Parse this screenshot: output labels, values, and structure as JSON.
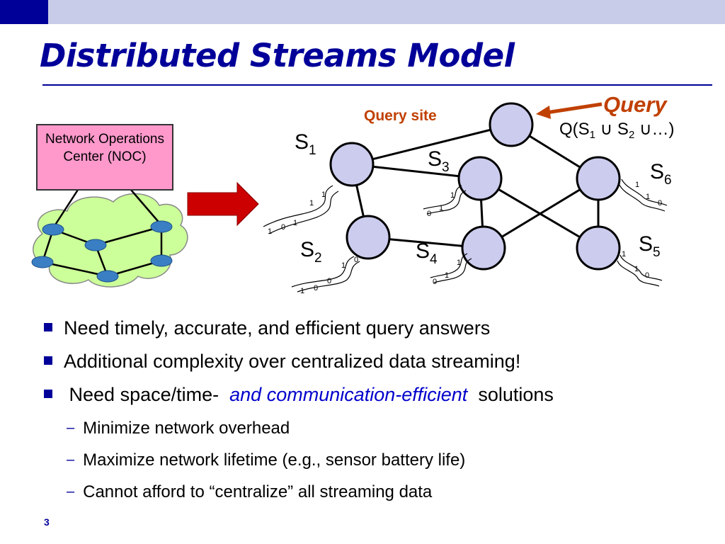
{
  "slide": {
    "title": "Distributed Streams Model",
    "page_number": "3"
  },
  "diagram": {
    "noc_label": "Network Operations Center  (NOC)",
    "query_site_label": "Query site",
    "query_label": "Query",
    "query_expr": {
      "prefix": "Q(S",
      "sub1": "1",
      "mid": " ∪ S",
      "sub2": "2",
      "suffix": " ∪…)"
    },
    "sites": [
      {
        "letter": "S",
        "sub": "1"
      },
      {
        "letter": "S",
        "sub": "2"
      },
      {
        "letter": "S",
        "sub": "3"
      },
      {
        "letter": "S",
        "sub": "4"
      },
      {
        "letter": "S",
        "sub": "5"
      },
      {
        "letter": "S",
        "sub": "6"
      }
    ],
    "stream_bits": {
      "s1": [
        "1",
        "0",
        "1",
        "1",
        "1"
      ],
      "s2": [
        "1",
        "0",
        "0",
        "1",
        "0"
      ],
      "s3": [
        "0",
        "1",
        "1"
      ],
      "s4": [
        "0",
        "1",
        "1"
      ],
      "s5": [
        "1",
        "1",
        "0"
      ],
      "s6": [
        "1",
        "1",
        "0"
      ]
    },
    "colors": {
      "node_fill": "#ccccee",
      "noc_fill": "#ff99cc",
      "cloud_fill": "#ccff99",
      "arrow_red": "#cc0000",
      "query_accent": "#c04000"
    }
  },
  "bullets": {
    "item1": "Need timely, accurate, and efficient query answers",
    "item2": "Additional complexity over centralized data streaming!",
    "item3_pre": "Need space/time-",
    "item3_emph": "and communication-efficient",
    "item3_post": "solutions",
    "sub1": "Minimize network overhead",
    "sub2": "Maximize network lifetime (e.g., sensor battery life)",
    "sub3": "Cannot afford to “centralize” all streaming data"
  }
}
